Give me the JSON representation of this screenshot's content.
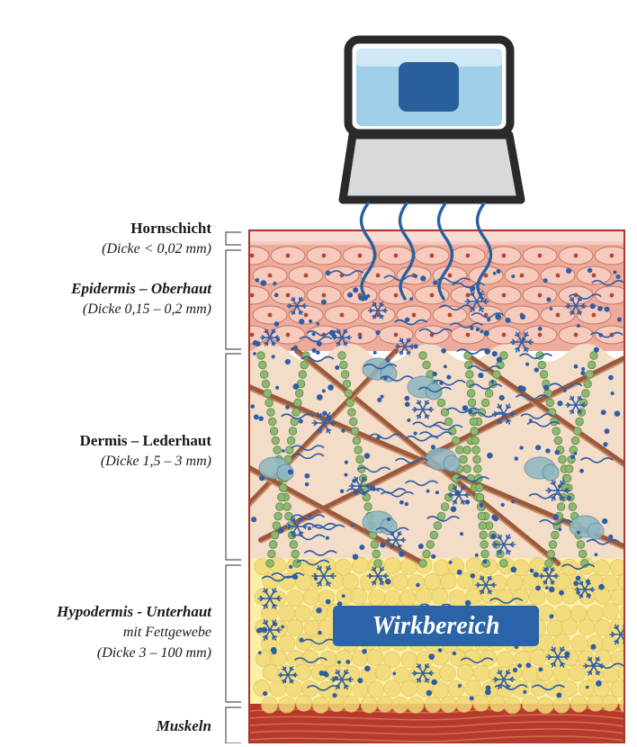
{
  "layers": [
    {
      "id": "hornschicht",
      "name": "Hornschicht",
      "name_italic": false,
      "sub": [
        "(Dicke < 0,02 mm)"
      ]
    },
    {
      "id": "epidermis",
      "name": "Epidermis – Oberhaut",
      "name_italic": true,
      "sub": [
        "(Dicke 0,15 – 0,2 mm)"
      ]
    },
    {
      "id": "dermis",
      "name": "Dermis – Lederhaut",
      "name_italic": false,
      "sub": [
        "(Dicke 1,5 – 3 mm)"
      ]
    },
    {
      "id": "hypodermis",
      "name": "Hypodermis - Unterhaut",
      "name_italic": true,
      "sub": [
        "mit Fettgewebe",
        "(Dicke 3 – 100 mm)"
      ]
    },
    {
      "id": "muskeln",
      "name": "Muskeln",
      "name_italic": true,
      "sub": []
    }
  ],
  "badge": {
    "label": "Wirkbereich"
  },
  "colors": {
    "stratum": "#f4c9bf",
    "epidermis": "#ecab9b",
    "dermis": "#f3dcc8",
    "hypodermis": "#fbf0a6",
    "fat_cells": "#f1d976",
    "muscle": "#b73b2c",
    "collagen": "#9b5a3c",
    "elastin": "#8db872",
    "water_dots": "#2e5da5",
    "badge": "#2a63a8",
    "device_screen": "#9fcfe9",
    "device_body": "#d7dadd"
  },
  "icons": [
    "cooling-device-icon",
    "snowflake-icon",
    "wave-icon"
  ]
}
